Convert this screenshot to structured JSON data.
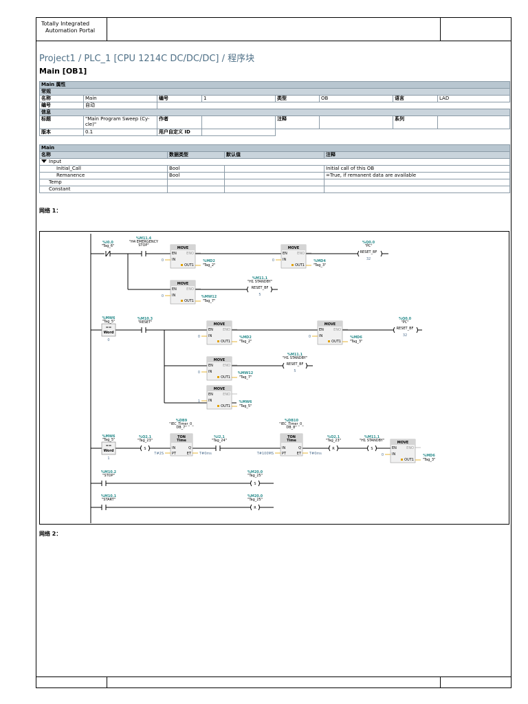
{
  "header": {
    "logo_line1": "Totally Integrated",
    "logo_line2": "Automation Portal"
  },
  "page_title": "Project1 / PLC_1 [CPU 1214C DC/DC/DC] / 程序块",
  "block_title": "Main [OB1]",
  "properties": {
    "section": "Main 属性",
    "general": "常规",
    "name_label": "名称",
    "name_value": "Main",
    "number_label": "编号",
    "number_value": "1",
    "type_label": "类型",
    "type_value": "OB",
    "language_label": "语言",
    "language_value": "LAD",
    "numbering_label": "编号",
    "numbering_value": "自动",
    "info": "信息",
    "title_label": "标题",
    "title_value_1": "\"Main Program Sweep (Cy-",
    "title_value_2": "cle)\"",
    "author_label": "作者",
    "comment_label": "注释",
    "family_label": "系列",
    "version_label": "版本",
    "version_value": "0.1",
    "userid_label": "用户自定义 ID"
  },
  "interface": {
    "section": "Main",
    "headers": [
      "名称",
      "数据类型",
      "默认值",
      "注释"
    ],
    "input_label": "Input",
    "rows": [
      {
        "name": "Initial_Call",
        "type": "Bool",
        "default": "",
        "comment": "Initial call of this OB"
      },
      {
        "name": "Remanence",
        "type": "Bool",
        "default": "",
        "comment": "=True, if remanent data are available"
      }
    ],
    "temp_label": "Temp",
    "constant_label": "Constant"
  },
  "network1_label": "网络 1：",
  "network2_label": "网络 2：",
  "ladder": {
    "colors": {
      "address": "#2a8c8c",
      "box": "#d4d4d4",
      "wire": "#000000",
      "value": "#4f6f8f",
      "pin": "#e0a000"
    },
    "r1": {
      "c1_addr": "%I0.0",
      "c1_tag": "\"Tag_6\"",
      "c2_addr": "%M11.4",
      "c2_tag1": "\"H4 EMERGENCY",
      "c2_tag2": "STOP\"",
      "mv1_title": "MOVE",
      "mv1_in": "0",
      "mv1_out_addr": "%MD2",
      "mv1_out_tag": "\"Tag_2\"",
      "mv2_title": "MOVE",
      "mv2_in": "0",
      "mv2_out_addr": "%MD4",
      "mv2_out_tag": "\"Tag_3\"",
      "coil_addr": "%Q0.0",
      "coil_tag": "\"PC\"",
      "coil_label": "RESET_BF",
      "coil_n": "32",
      "mv3_title": "MOVE",
      "mv3_in": "0",
      "mv3_out_addr": "%MW12",
      "mv3_out_tag": "\"Tag_7\"",
      "coil2_addr": "%M11.1",
      "coil2_tag": "\"H1 STANDBY\"",
      "coil2_label": "RESET_BF",
      "coil2_n": "5"
    },
    "r2": {
      "cmp_addr": "%MW6",
      "cmp_tag": "\"Tag_5\"",
      "cmp_op": "==",
      "cmp_type": "Word",
      "cmp_val": "0",
      "c_addr": "%M10.3",
      "c_tag": "\"RESET\"",
      "mv1_title": "MOVE",
      "mv1_in": "0",
      "mv1_out_addr": "%MD2",
      "mv1_out_tag": "\"Tag_2\"",
      "mv2_title": "MOVE",
      "mv2_in": "0",
      "mv2_out_addr": "%MD6",
      "mv2_out_tag": "\"Tag_3\"",
      "coil_addr": "%Q0.0",
      "coil_tag": "\"PC\"",
      "coil_label": "RESET_BF",
      "coil_n": "32",
      "mv3_title": "MOVE",
      "mv3_in": "0",
      "mv3_out_addr": "%MW12",
      "mv3_out_tag": "\"Tag_7\"",
      "coil2_addr": "%M11.1",
      "coil2_tag": "\"H1 STANDBY\"",
      "coil2_label": "RESET_BF",
      "coil2_n": "5",
      "mv4_title": "MOVE",
      "mv4_in": "1",
      "mv4_out_addr": "%MW6",
      "mv4_out_tag": "\"Tag_5\""
    },
    "r3": {
      "cmp_addr": "%MW6",
      "cmp_tag": "\"Tag_5\"",
      "cmp_op": "==",
      "cmp_type": "Word",
      "cmp_val": "1",
      "c1_addr": "%Q2.1",
      "c1_tag": "\"Tag_23\"",
      "c1_coil": "S",
      "t1_db": "%DB9",
      "t1_name1": "\"IEC_Timer_0_",
      "t1_name2": "DB_7\"",
      "t1_type": "TON",
      "t1_sub": "Time",
      "t1_pt": "T#2S",
      "t1_et": "T#0ms",
      "c2_addr": "%I2.1",
      "c2_tag": "\"Tag_24\"",
      "t2_db": "%DB10",
      "t2_name1": "\"IEC_Timer_0_",
      "t2_name2": "DB_8\"",
      "t2_type": "TON",
      "t2_sub": "Time",
      "t2_pt": "T#100MS",
      "t2_et": "T#0ms",
      "c3_addr": "%Q2.1",
      "c3_tag": "\"Tag_23\"",
      "c3_coil": "R",
      "c4_addr": "%M11.1",
      "c4_tag": "\"H1 STANDBY\"",
      "c4_coil": "S",
      "mv_title": "MOVE",
      "mv_in": "0",
      "mv_out_addr": "%MD6",
      "mv_out_tag": "\"Tag_3\""
    },
    "r4": {
      "c_addr": "%M10.2",
      "c_tag": "\"STOP\"",
      "coil_addr": "%M20.0",
      "coil_tag": "\"Tag_25\"",
      "coil": "S"
    },
    "r5": {
      "c_addr": "%M10.1",
      "c_tag": "\"START\"",
      "coil_addr": "%M20.0",
      "coil_tag": "\"Tag_25\"",
      "coil": "R"
    }
  }
}
